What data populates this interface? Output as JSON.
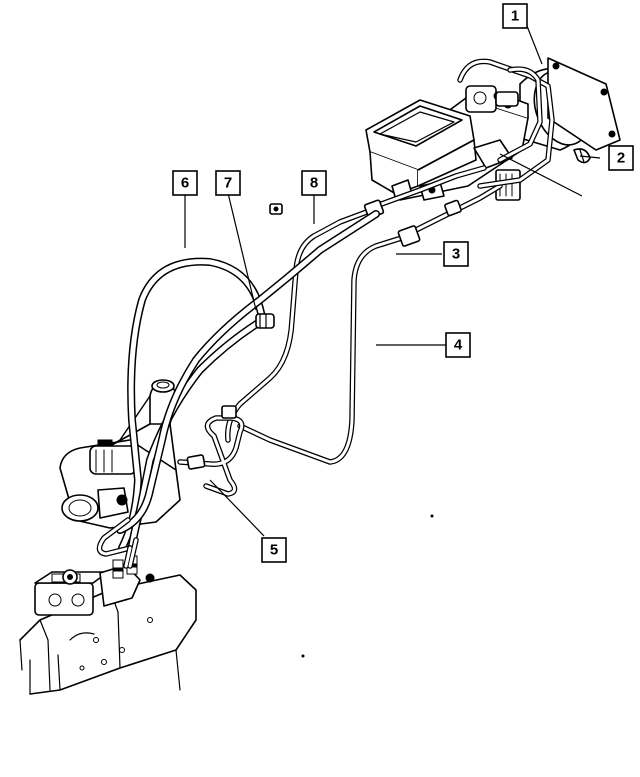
{
  "callouts": [
    {
      "id": "callout-1",
      "label": "1"
    },
    {
      "id": "callout-2",
      "label": "2"
    },
    {
      "id": "callout-3",
      "label": "3"
    },
    {
      "id": "callout-4",
      "label": "4"
    },
    {
      "id": "callout-5",
      "label": "5"
    },
    {
      "id": "callout-6",
      "label": "6"
    },
    {
      "id": "callout-7",
      "label": "7"
    },
    {
      "id": "callout-8",
      "label": "8"
    }
  ],
  "colors": {
    "ink": "#000000",
    "background": "#ffffff"
  }
}
